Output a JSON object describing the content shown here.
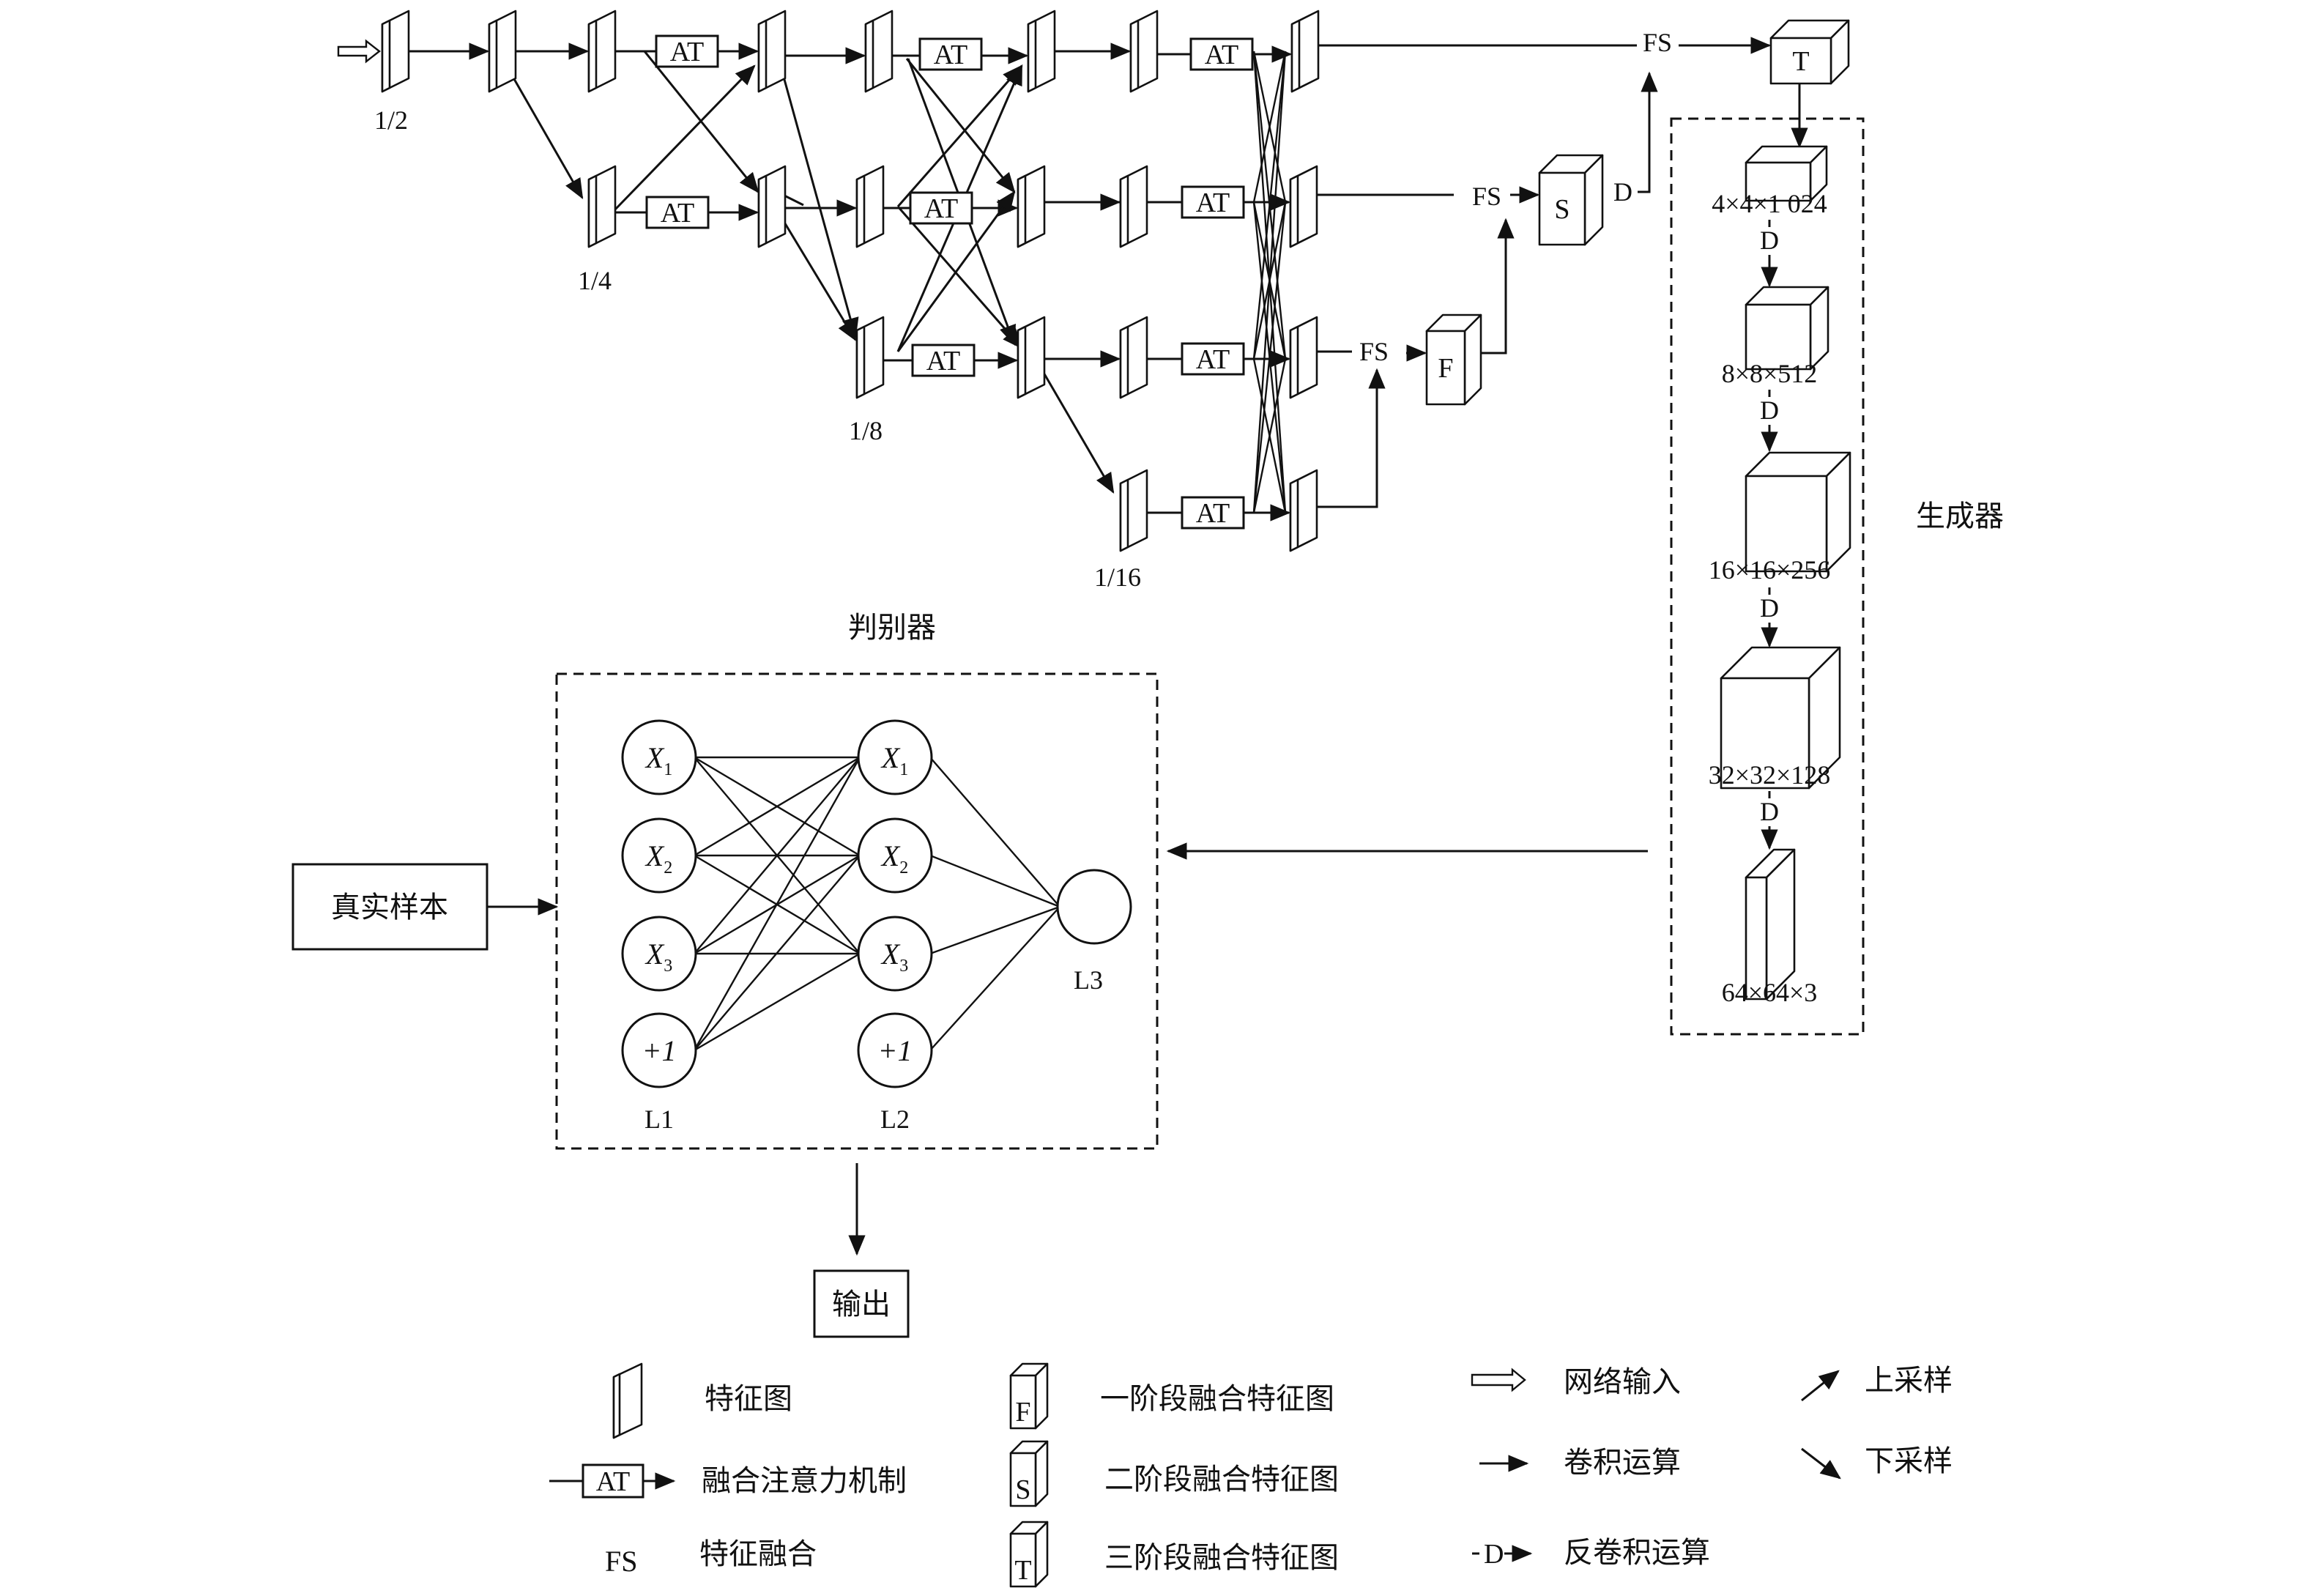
{
  "generator": {
    "label": "生成器",
    "scales": [
      "1/2",
      "1/4",
      "1/8",
      "1/16"
    ],
    "attention_label": "AT",
    "fusion_label": "FS",
    "deconv_label": "D",
    "stage_maps": {
      "first": "F",
      "second": "S",
      "third": "T"
    },
    "deconv_sizes": [
      "4×4×1 024",
      "8×8×512",
      "16×16×256",
      "32×32×128",
      "64×64×3"
    ]
  },
  "discriminator": {
    "label": "判别器",
    "real_samples": "真实样本",
    "output": "输出",
    "layer_labels": [
      "L1",
      "L2",
      "L3"
    ],
    "input_nodes": [
      "X",
      "X",
      "X",
      "+1"
    ],
    "input_subscripts": [
      "1",
      "2",
      "3",
      ""
    ],
    "hidden_nodes": [
      "X",
      "X",
      "X",
      "+1"
    ],
    "hidden_subscripts": [
      "1",
      "2",
      "3",
      ""
    ]
  },
  "legend": {
    "feature_map": "特征图",
    "attention_fusion": "融合注意力机制",
    "feature_fusion_symbol": "FS",
    "feature_fusion": "特征融合",
    "stage1": "一阶段融合特征图",
    "stage2": "二阶段融合特征图",
    "stage3": "三阶段融合特征图",
    "network_input": "网络输入",
    "conv": "卷积运算",
    "deconv": "反卷积运算",
    "upsample": "上采样",
    "downsample": "下采样"
  }
}
